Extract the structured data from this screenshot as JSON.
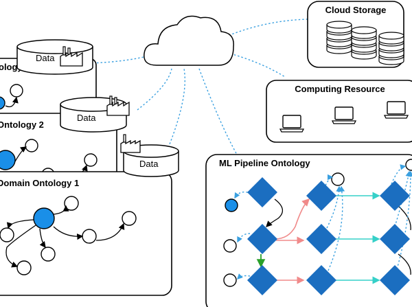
{
  "labels": {
    "cloud_storage": "Cloud Storage",
    "computing_resource": "Computing Resource",
    "ml_pipeline": "ML Pipeline Ontology",
    "domain1": "Domain Ontology 1",
    "ontology2": "Ontology 2",
    "ontology3": "ology",
    "data_a": "Data",
    "data_b": "Data",
    "data_c": "Data"
  },
  "colors": {
    "node_blue": "#1a8fe8",
    "diamond_blue": "#1b6ec0",
    "dotted_link": "#3aa0e0",
    "arrow_pink": "#f08a8a",
    "arrow_cyan": "#35d0c8",
    "arrow_green": "#2aa02a"
  },
  "icons": [
    "cloud-icon",
    "database-icon",
    "factory-icon",
    "laptop-icon",
    "disk-stack-icon"
  ]
}
